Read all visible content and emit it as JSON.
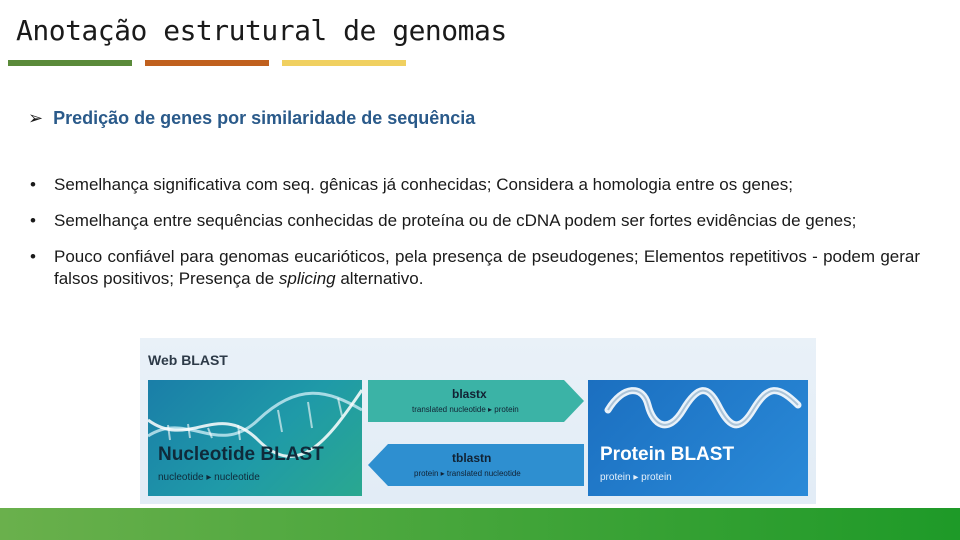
{
  "slide": {
    "title": "Anotação estrutural de genomas",
    "subheading": "Predição de genes por similaridade de sequência",
    "bullets": [
      "Semelhança significativa com seq. gênicas já conhecidas; Considera a homologia entre os genes;",
      "Semelhança entre sequências conhecidas de proteína ou de cDNA podem ser fortes evidências de genes;"
    ],
    "bullet3": {
      "part1": "Pouco confiável para genomas eucarióticos, pela presença de pseudogenes; Elementos repetitivos - podem gerar falsos  positivos; Presença de ",
      "italic": "splicing",
      "part2": " alternativo."
    }
  },
  "figure": {
    "header": "Web BLAST",
    "nucleotide": {
      "title": "Nucleotide BLAST",
      "subtitle": "nucleotide ▸ nucleotide"
    },
    "protein": {
      "title": "Protein BLAST",
      "subtitle": "protein ▸ protein"
    },
    "blastx": {
      "title": "blastx",
      "subtitle": "translated nucleotide ▸ protein"
    },
    "tblastn": {
      "title": "tblastn",
      "subtitle": "protein ▸ translated nucleotide"
    }
  }
}
